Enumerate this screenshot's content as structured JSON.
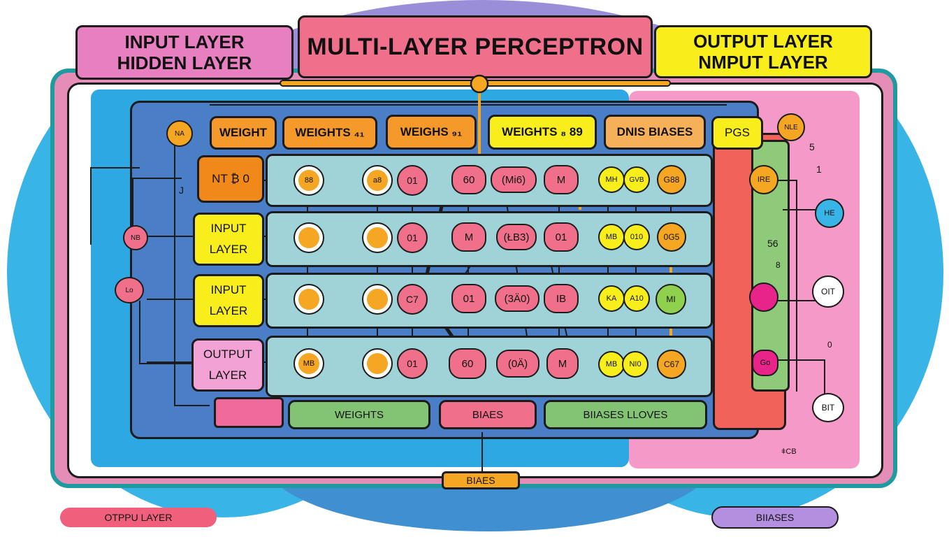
{
  "title": "MULTI-LAYER PERCEPTRON",
  "header_left": {
    "line1": "INPUT LAYER",
    "line2": "HIDDEN LAYER"
  },
  "header_right": {
    "line1": "OUTPUT LAYER",
    "line2": "NMPUT LAYER"
  },
  "weights_labels": [
    "WEIGHT",
    "WEIGHTS ₄₁",
    "WEIGHS ₉₁",
    "WEIGHTS ₈ 89",
    "DNIS BIASES",
    "PGS"
  ],
  "row_labels": [
    {
      "line1": "NT ₿ 0",
      "line2": ""
    },
    {
      "line1": "INPUT",
      "line2": "LAYER"
    },
    {
      "line1": "INPUT",
      "line2": "LAYER"
    },
    {
      "line1": "OUTPUT",
      "line2": "LAYER"
    }
  ],
  "node_rows": [
    [
      "88",
      "a8",
      "01",
      "60",
      "(Mi6)",
      "M",
      "MH",
      "GVB",
      "G88"
    ],
    [
      "",
      "",
      "01",
      "M",
      "(ŁB3)",
      "01",
      "MB",
      "010",
      "0G5"
    ],
    [
      "",
      "",
      "C7",
      "01",
      "(3Ä0)",
      "IB",
      "KA",
      "A10",
      "MI"
    ],
    [
      "MB",
      "",
      "01",
      "60",
      "(0Ä)",
      "M",
      "MB",
      "NI0",
      "C67"
    ]
  ],
  "side_nodes_left": [
    "NA",
    "NB",
    "Lo"
  ],
  "side_nodes_right": [
    "IRE",
    "HE",
    "OIT",
    "BIT",
    "Go",
    "NLE"
  ],
  "bottom_bars": [
    "WEIGHTS",
    "BIAES",
    "BIIASES LLOVES"
  ],
  "bottom_center": "BIAES",
  "footer_left": "OTPPU LAYER",
  "footer_right": "BIIASES",
  "stray_text": [
    "5",
    "1",
    "56",
    "0",
    "J",
    "ǂCB",
    "8"
  ]
}
